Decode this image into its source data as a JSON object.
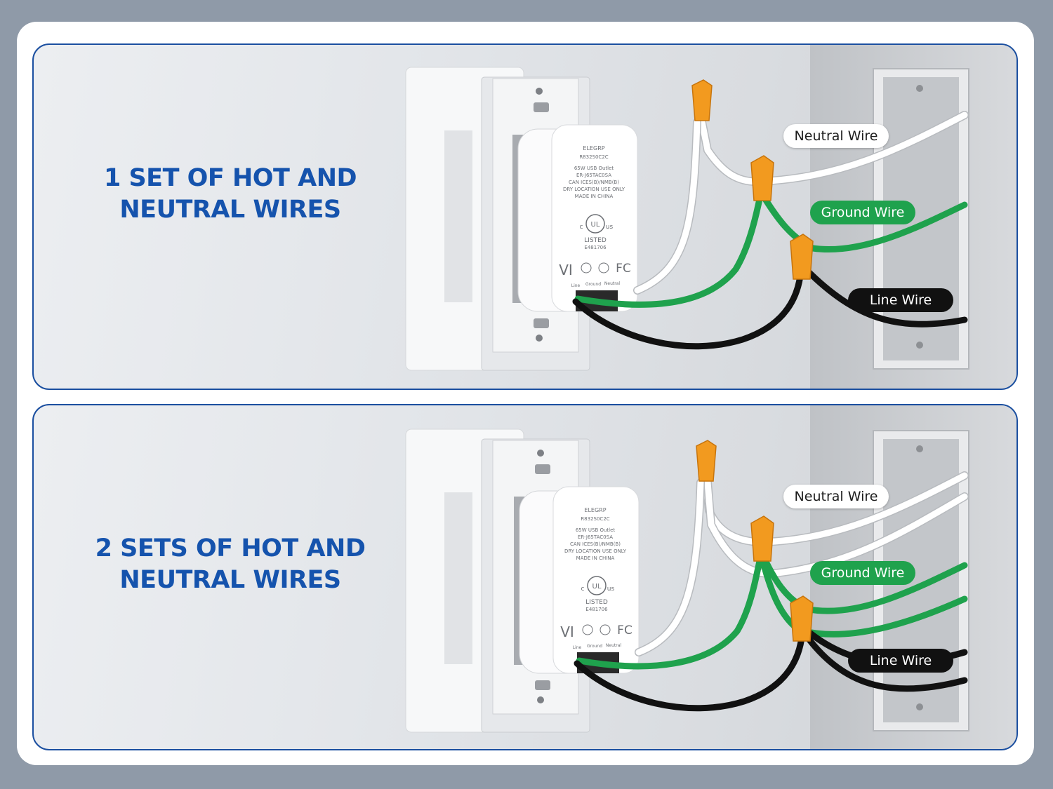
{
  "colors": {
    "heading": "#1553ad",
    "panel_border": "#1b4fa0",
    "neutral_wire": "#ffffff",
    "ground_wire": "#1fa24d",
    "line_wire": "#111111",
    "wire_nut": "#f29a1f"
  },
  "panels": [
    {
      "heading_line1": "1 SET OF HOT AND",
      "heading_line2": "NEUTRAL WIRES",
      "labels": {
        "neutral": "Neutral Wire",
        "ground": "Ground Wire",
        "line": "Line Wire"
      }
    },
    {
      "heading_line1": "2 SETS OF HOT AND",
      "heading_line2": "NEUTRAL WIRES",
      "labels": {
        "neutral": "Neutral Wire",
        "ground": "Ground Wire",
        "line": "Line Wire"
      }
    }
  ],
  "device_label": {
    "brand": "ELEGRP",
    "model": "R832S0C2C",
    "line1": "65W USB Outlet",
    "line2": "ER-J65TAC0SA",
    "line3": "CAN ICES(B)/NMB(B)",
    "line4": "DRY LOCATION USE ONLY",
    "line5": "MADE IN CHINA",
    "ul_left": "c",
    "ul_mid": "UL",
    "ul_right": "us",
    "listed": "LISTED",
    "listing_no": "E481706",
    "mark_vi": "VI",
    "mark_fc": "FC",
    "term_line": "Line",
    "term_ground": "Ground",
    "term_neutral": "Neutral"
  }
}
